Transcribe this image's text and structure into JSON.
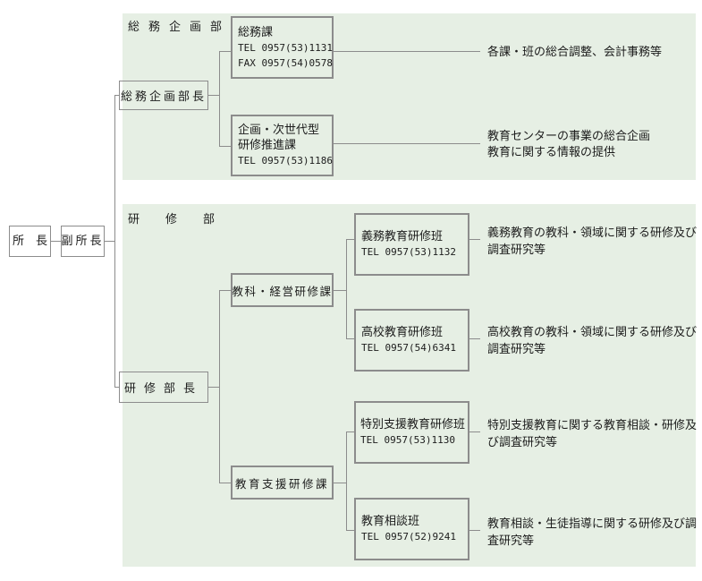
{
  "colors": {
    "panel_bg": "#e6efe4",
    "line_and_border": "#8c8c8c",
    "outer_box_bg": "#ffffff",
    "text": "#1c1c1c"
  },
  "org": {
    "director": "所　長",
    "deputy_director": "副所長",
    "departments": [
      {
        "name": "総務企画部",
        "head": "総務企画部長",
        "sections": [
          {
            "box_lines": [
              "総務課",
              "TEL 0957(53)1131",
              "FAX 0957(54)0578"
            ],
            "desc_lines": [
              "各課・班の総合調整、会計事務等"
            ]
          },
          {
            "box_lines": [
              "企画・次世代型",
              "研修推進課",
              "TEL 0957(53)1186"
            ],
            "desc_lines": [
              "教育センターの事業の総合企画",
              "教育に関する情報の提供"
            ]
          }
        ]
      },
      {
        "name": "研修部",
        "head": "研修部長",
        "sections": [
          {
            "name": "教科・経営研修課",
            "groups": [
              {
                "box_lines": [
                  "義務教育研修班",
                  "TEL 0957(53)1132"
                ],
                "desc_lines": [
                  "義務教育の教科・領域に関する研修及び",
                  "調査研究等"
                ]
              },
              {
                "box_lines": [
                  "高校教育研修班",
                  "TEL 0957(54)6341"
                ],
                "desc_lines": [
                  "高校教育の教科・領域に関する研修及び",
                  "調査研究等"
                ]
              }
            ]
          },
          {
            "name": "教育支援研修課",
            "groups": [
              {
                "box_lines": [
                  "特別支援教育研修班",
                  "TEL 0957(53)1130"
                ],
                "desc_lines": [
                  "特別支援教育に関する教育相談・研修及",
                  "び調査研究等"
                ]
              },
              {
                "box_lines": [
                  "教育相談班",
                  "TEL 0957(52)9241"
                ],
                "desc_lines": [
                  "教育相談・生徒指導に関する研修及び調",
                  "査研究等"
                ]
              }
            ]
          }
        ]
      }
    ]
  }
}
